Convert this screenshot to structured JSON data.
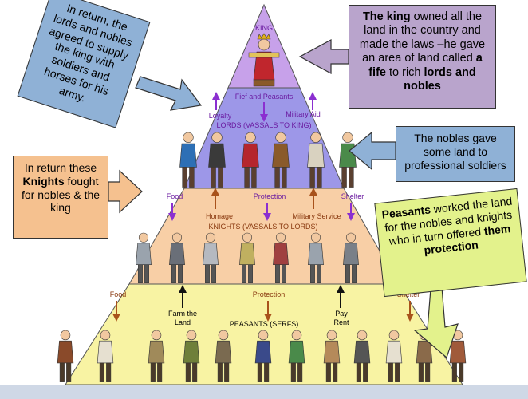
{
  "pyramid": {
    "king_label": "KING",
    "tier2": {
      "top_label": "Fief and Peasants",
      "left_label": "Loyalty",
      "right_label": "Military Aid",
      "title": "LORDS (VASSALS TO KING)"
    },
    "tier3": {
      "left_label": "Food",
      "mid_label": "Protection",
      "right_label": "Shelter",
      "left_up_label": "Homage",
      "right_up_label": "Military Service",
      "title": "KNIGHTS (VASSALS TO LORDS)"
    },
    "tier4": {
      "left_label": "Food",
      "mid_label": "Protection",
      "right_label": "Shelter",
      "farm_label_1": "Farm the",
      "farm_label_2": "Land",
      "pay_label_1": "Pay",
      "pay_label_2": "Rent",
      "title": "PEASANTS (SERFS)"
    }
  },
  "callouts": {
    "king_box": {
      "t1": "The king",
      "t2": " owned all the land in the country and made the laws –he gave an area of land called ",
      "t3": "a fife",
      "t4": " to rich ",
      "t5": "lords and nobles"
    },
    "lords_box": {
      "text": "In return, the lords and nobles agreed to supply the king with soldiers and horses for his army."
    },
    "nobles_box": {
      "text": "The nobles gave some land to professional soldiers"
    },
    "knights_box": {
      "t1": "In return these ",
      "t2": "Knights",
      "t3": " fought for nobles & the king"
    },
    "peasants_box": {
      "t1": "Peasants",
      "t2": " worked the land for the nobles and knights who in turn offered ",
      "t3": "them protection"
    }
  },
  "colors": {
    "tier1": "#c7a1ea",
    "tier2": "#9d97e8",
    "tier3": "#f8cfa6",
    "tier4": "#f8f3a3",
    "arrow_purple": "#8b2fd0",
    "arrow_brown": "#a8521b",
    "text_purple": "#6a1aa0",
    "text_brown": "#8a3a10"
  },
  "figures": {
    "lords": [
      "lord-figure",
      "lord-figure",
      "lord-figure",
      "lord-figure",
      "lord-figure",
      "lord-figure",
      "lord-figure"
    ],
    "knights": [
      "knight-figure",
      "knight-figure",
      "knight-figure",
      "knight-figure",
      "knight-figure",
      "knight-figure",
      "knight-figure",
      "knight-figure"
    ],
    "peasants": [
      "peasant-figure",
      "peasant-figure",
      "peasant-figure",
      "peasant-figure",
      "peasant-figure",
      "peasant-figure",
      "peasant-figure",
      "peasant-figure",
      "peasant-figure",
      "peasant-figure",
      "peasant-figure",
      "peasant-figure",
      "peasant-figure"
    ]
  }
}
